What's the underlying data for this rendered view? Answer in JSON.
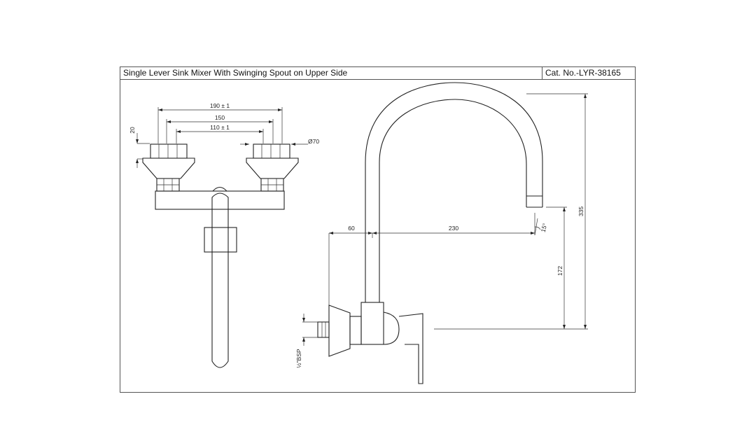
{
  "title": "Single Lever Sink Mixer With Swinging Spout on Upper Side",
  "catalog_no": "Cat. No.-LYR-38165",
  "front_view": {
    "dim_190": "190 ± 1",
    "dim_150": "150",
    "dim_110": "110 ± 1",
    "dim_20": "20",
    "dim_diameter": "Ø70"
  },
  "side_view": {
    "dim_60": "60",
    "dim_230": "230",
    "dim_335": "335",
    "dim_172": "172",
    "dim_angle": "15°",
    "dim_bsp": "½\"BSP"
  }
}
